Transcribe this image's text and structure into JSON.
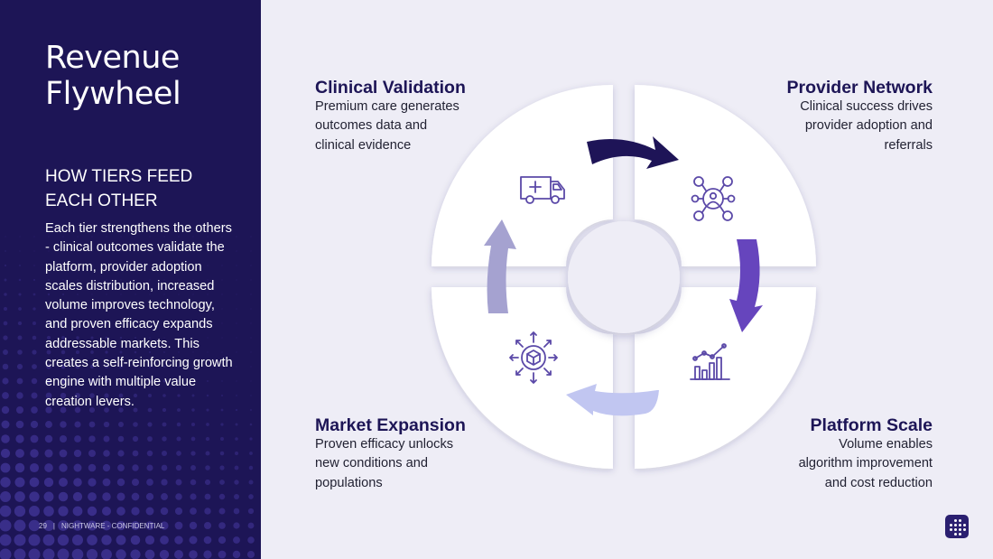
{
  "slide": {
    "title_line1": "Revenue",
    "title_line2": "Flywheel",
    "subtitle": "HOW TIERS FEED EACH OTHER",
    "body": "Each tier strengthens the others - clinical outcomes validate the platform, provider adoption scales distribution, increased volume improves technology, and proven efficacy expands addressable markets. This creates a self-reinforcing growth engine with multiple value creation levers.",
    "page_number": "29",
    "footer_label": "NIGHTWARE - CONFIDENTIAL"
  },
  "quadrants": [
    {
      "title": "Clinical Validation",
      "lines": [
        "Premium care generates",
        "outcomes data and",
        "clinical evidence"
      ],
      "icon": "ambulance-icon"
    },
    {
      "title": "Provider Network",
      "lines": [
        "Clinical success drives",
        "provider adoption and",
        "referrals"
      ],
      "icon": "network-icon"
    },
    {
      "title": "Market Expansion",
      "lines": [
        "Proven efficacy unlocks",
        "new conditions and",
        "populations"
      ],
      "icon": "expansion-icon"
    },
    {
      "title": "Platform Scale",
      "lines": [
        "Volume enables",
        "algorithm improvement",
        "and cost reduction"
      ],
      "icon": "growth-chart-icon"
    }
  ],
  "colors": {
    "panel": "#1d1556",
    "background": "#eeedf6",
    "arrow_top": "#1e1457",
    "arrow_right": "#6645bd",
    "arrow_bottom": "#c1c6f1",
    "arrow_left": "#a5a2d0",
    "icon": "#5b49a8"
  }
}
